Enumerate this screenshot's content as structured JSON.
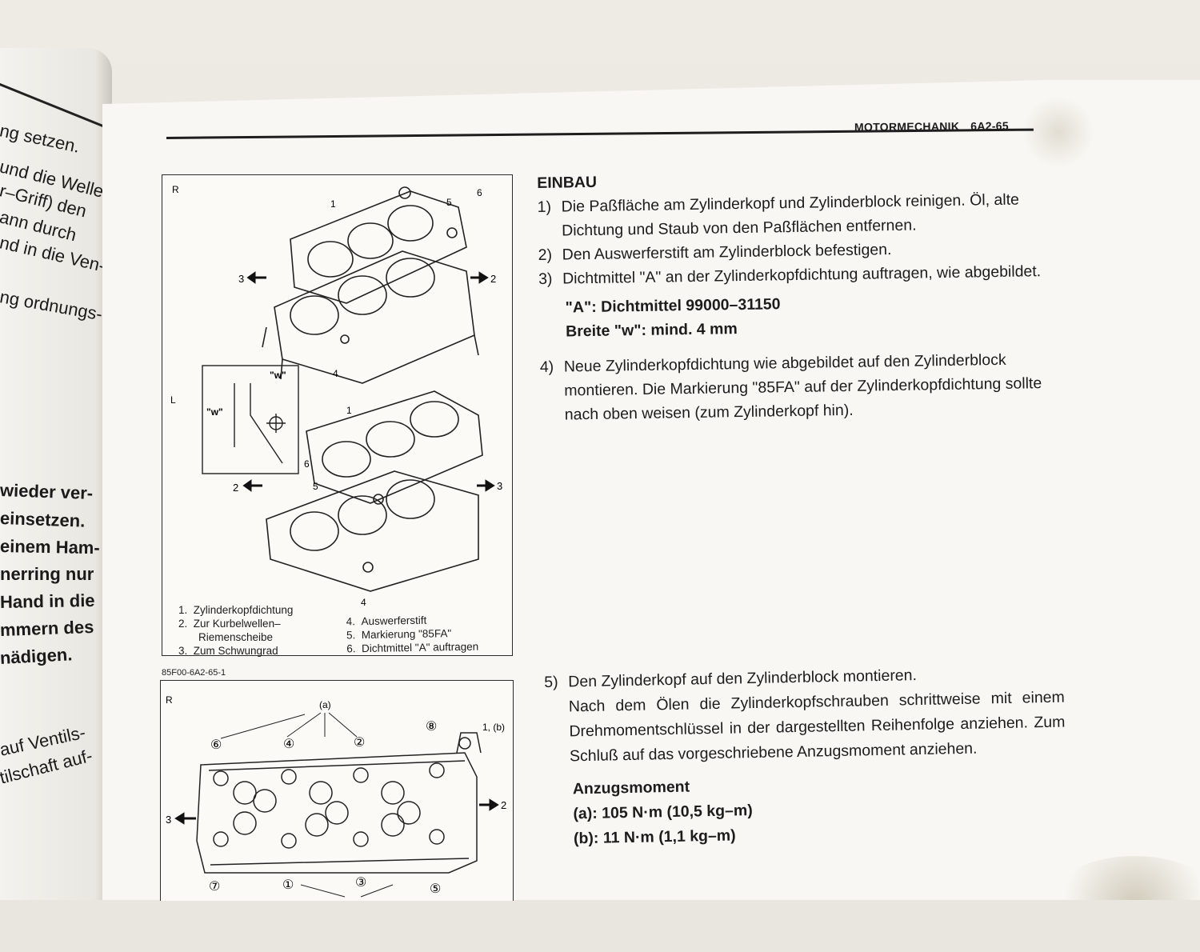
{
  "left_page": {
    "fragments": [
      "ng setzen.",
      "und die Welle",
      "r–Griff) den",
      "ann durch",
      "nd in die Ven-",
      "ng ordnungs-",
      "wieder ver-",
      "einsetzen.",
      "einem Ham-",
      "nerring nur",
      "Hand in die",
      "mmern des",
      "nädigen.",
      "auf Ventils-",
      "tilschaft auf-"
    ]
  },
  "header": {
    "section": "MOTORMECHANIK",
    "page": "6A2-65"
  },
  "figure1": {
    "view_r": "R",
    "view_l": "L",
    "w_label": "\"w\"",
    "callouts": [
      "1",
      "2",
      "3",
      "4",
      "5",
      "6"
    ],
    "legend_left": [
      "1.",
      "Zylinderkopfdichtung",
      "2.",
      "Zur Kurbelwellen–",
      "Riemenscheibe",
      "3.",
      "Zum Schwungrad"
    ],
    "legend_right": [
      "4.",
      "Auswerferstift",
      "5.",
      "Markierung \"85FA\"",
      "6.",
      "Dichtmittel \"A\" auftragen"
    ],
    "code": "85F00-6A2-65-1"
  },
  "figure2": {
    "view_r": "R",
    "a_label": "(a)",
    "b_label": "1, (b)",
    "circled": [
      "⑥",
      "④",
      "②",
      "⑧",
      "⑦",
      "①",
      "③",
      "⑤"
    ],
    "arrow_right": "2",
    "arrow_left": "3"
  },
  "install": {
    "heading": "EINBAU",
    "steps": [
      {
        "n": "1)",
        "text": "Die Paßfläche am Zylinderkopf und Zylinderblock reinigen. Öl, alte Dichtung und Staub von den Paßflächen entfernen."
      },
      {
        "n": "2)",
        "text": "Den Auswerferstift am Zylinderblock befestigen."
      },
      {
        "n": "3)",
        "text": "Dichtmittel \"A\" an der Zylinderkopfdichtung auftragen, wie abgebildet."
      }
    ],
    "spec1": "\"A\": Dichtmittel 99000–31150",
    "spec2": "Breite \"w\": mind. 4 mm",
    "step4": {
      "n": "4)",
      "text": "Neue Zylinderkopfdichtung wie abgebildet auf den Zylinderblock montieren. Die Markierung \"85FA\" auf der Zylinderkopfdichtung sollte nach oben weisen (zum Zylinderkopf hin)."
    },
    "step5": {
      "n": "5)",
      "text": "Den Zylinderkopf auf den Zylinderblock montieren.",
      "text2": "Nach dem Ölen die Zylinderkopfschrauben schrittweise mit einem Drehmomentschlüssel in der dargestellten Reihenfolge anziehen. Zum Schluß auf das vorgeschriebene Anzugsmoment anziehen."
    },
    "torque_heading": "Anzugsmoment",
    "torque_a": "(a): 105 N·m (10,5 kg–m)",
    "torque_b": "(b): 11 N·m (1,1 kg–m)"
  }
}
